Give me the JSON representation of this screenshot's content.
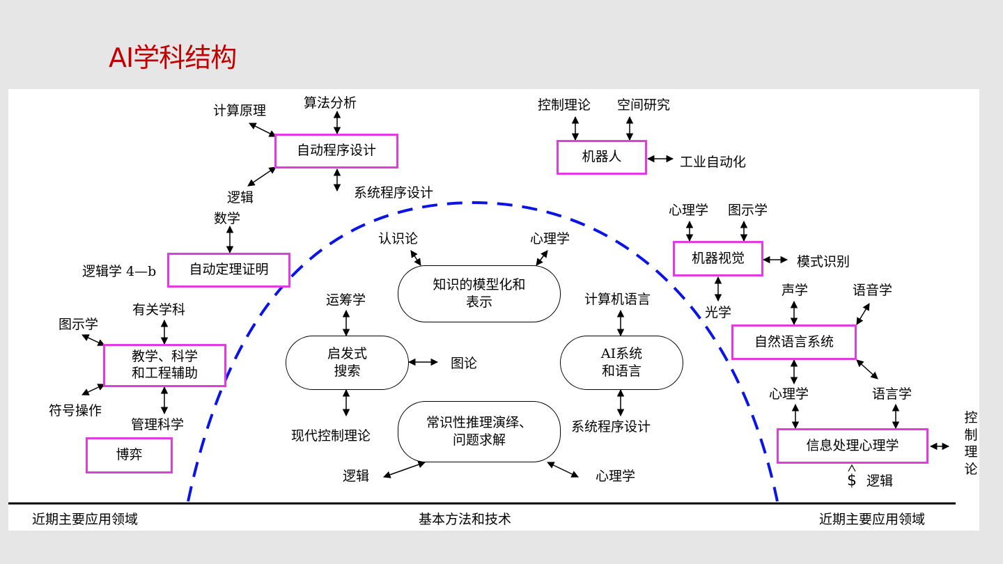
{
  "title": "AI学科结构",
  "boxes": {
    "auto_program": "自动程序设计",
    "robot": "机器人",
    "auto_theorem": "自动定理证明",
    "machine_vision": "机器视觉",
    "nlp": "自然语言系统",
    "teaching": "教学、科学和工程辅助",
    "info_psych": "信息处理心理学",
    "game": "博弈"
  },
  "ovals": {
    "knowledge": "知识的模型化和表示",
    "search": "启发式搜索",
    "ai_lang": "AI系统和语言",
    "reasoning": "常识性推理演绎、问题求解"
  },
  "labels": {
    "calc_principle": "计算原理",
    "algo_analysis": "算法分析",
    "logic_1": "逻辑",
    "sys_prog_top": "系统程序设计",
    "math": "数学",
    "logic_4b": "逻辑学 4—b",
    "control_theory_top": "控制理论",
    "space_research": "空间研究",
    "industrial_auto": "工业自动化",
    "psych_vision": "心理学",
    "graphics_vision": "图示学",
    "pattern_recog": "模式识别",
    "optics": "光学",
    "acoustics": "声学",
    "phonetics": "语音学",
    "psych_nlp": "心理学",
    "linguistics": "语言学",
    "epistemology": "认识论",
    "psych_top": "心理学",
    "operations": "运筹学",
    "graph_theory": "图论",
    "computer_lang": "计算机语言",
    "sys_prog_mid": "系统程序设计",
    "modern_control": "现代控制理论",
    "logic_bottom": "逻辑",
    "psych_bottom": "心理学",
    "related_subj": "有关学科",
    "graphics_left": "图示学",
    "symbol_ops": "符号操作",
    "management": "管理科学",
    "control_vert": "控制理论",
    "dollar": "$",
    "logic_right": "逻辑"
  },
  "footer": {
    "left": "近期主要应用领域",
    "center": "基本方法和技术",
    "right": "近期主要应用领域"
  },
  "colors": {
    "title": "#c00000",
    "box_border": "#e03ce0",
    "dashed_arc": "#0000ff"
  }
}
